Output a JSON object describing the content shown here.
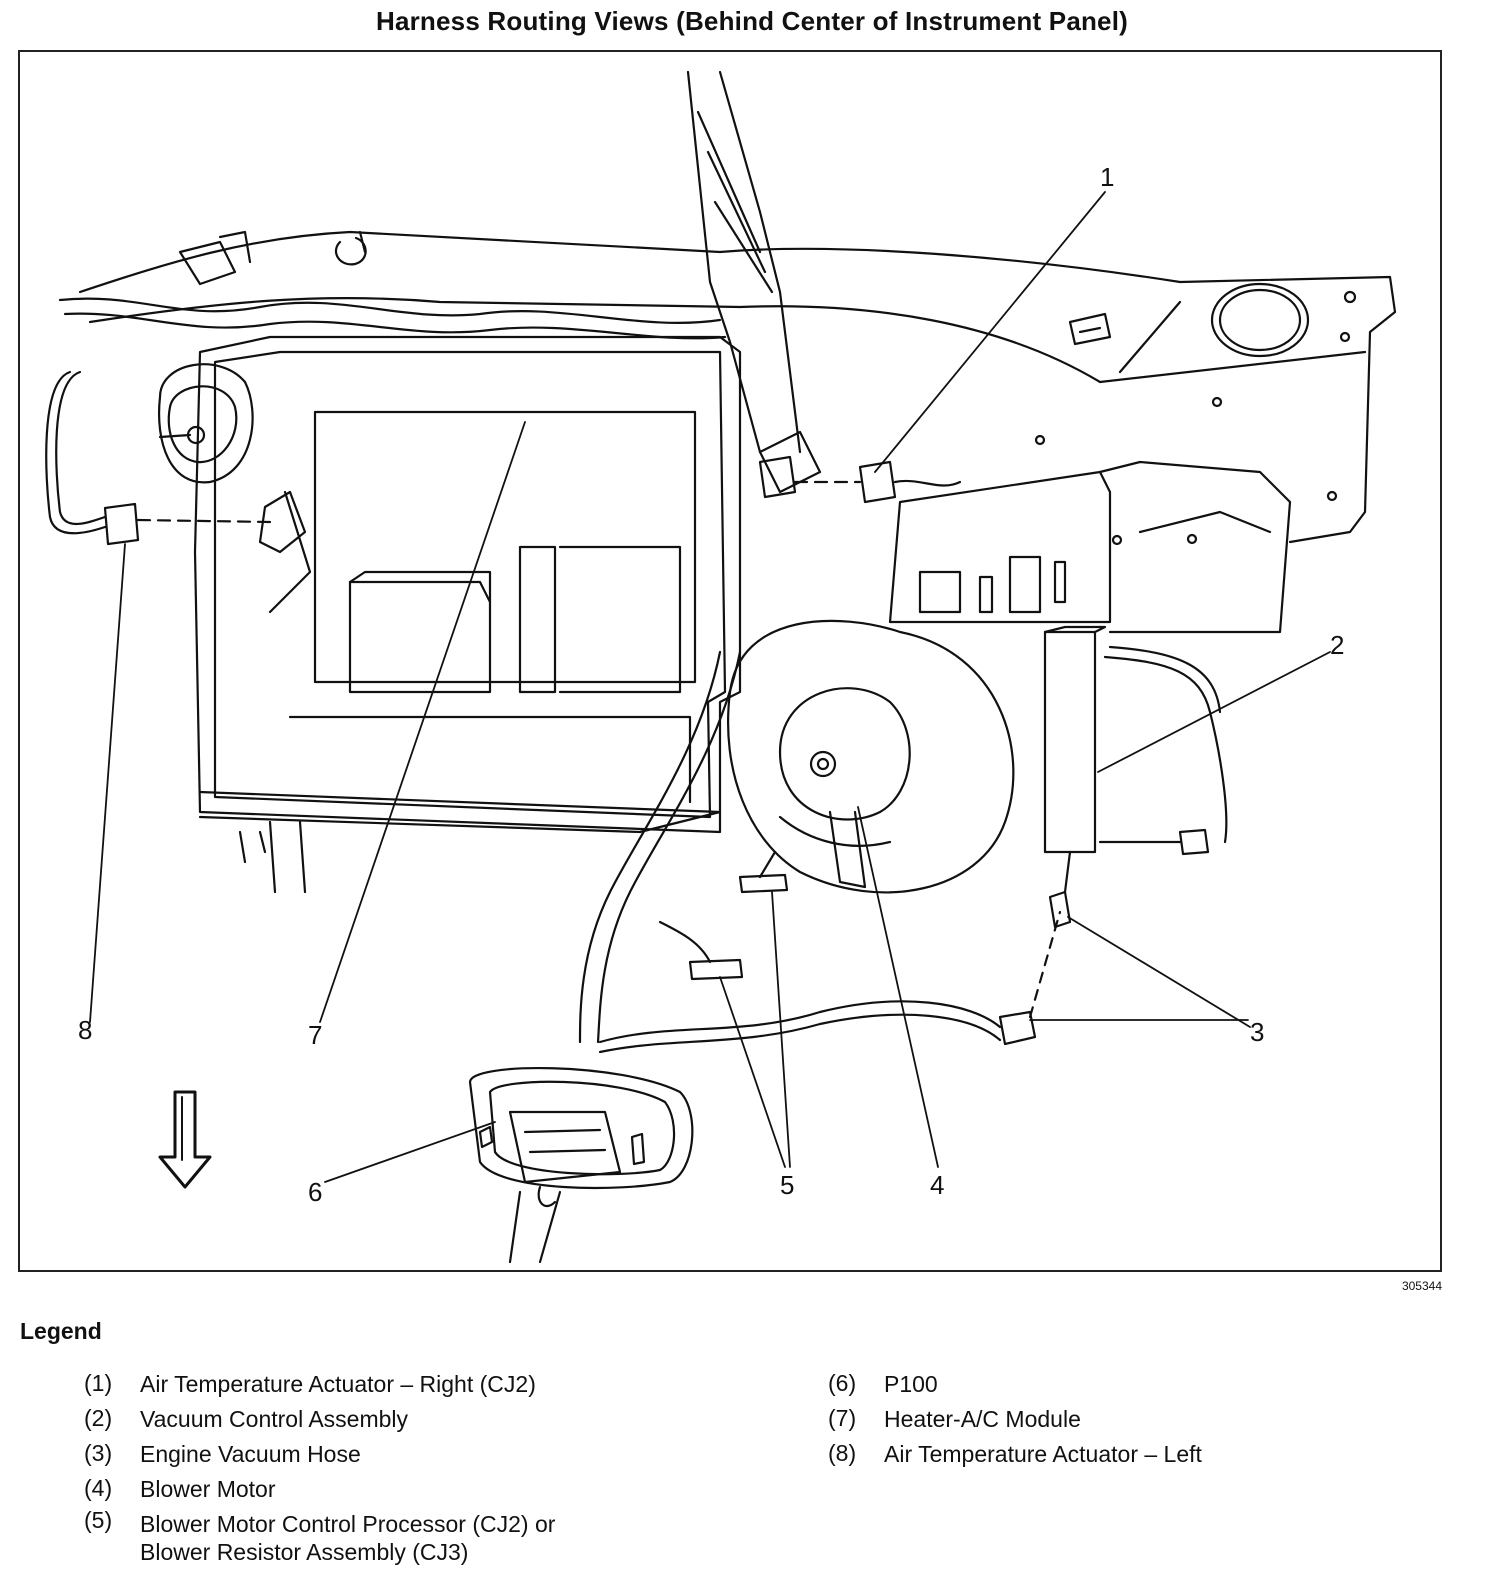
{
  "title": "Harness Routing Views (Behind Center of Instrument Panel)",
  "figure_number": "305344",
  "callouts": [
    "1",
    "2",
    "3",
    "4",
    "5",
    "6",
    "7",
    "8"
  ],
  "legend": {
    "heading": "Legend",
    "items": [
      {
        "num": "(1)",
        "text": "Air Temperature Actuator – Right (CJ2)"
      },
      {
        "num": "(2)",
        "text": "Vacuum Control Assembly"
      },
      {
        "num": "(3)",
        "text": "Engine Vacuum Hose"
      },
      {
        "num": "(4)",
        "text": "Blower Motor"
      },
      {
        "num": "(5)",
        "text": "Blower Motor Control Processor (CJ2) or\nBlower Resistor Assembly (CJ3)"
      },
      {
        "num": "(6)",
        "text": "P100"
      },
      {
        "num": "(7)",
        "text": "Heater-A/C Module"
      },
      {
        "num": "(8)",
        "text": "Air Temperature Actuator – Left"
      }
    ]
  }
}
